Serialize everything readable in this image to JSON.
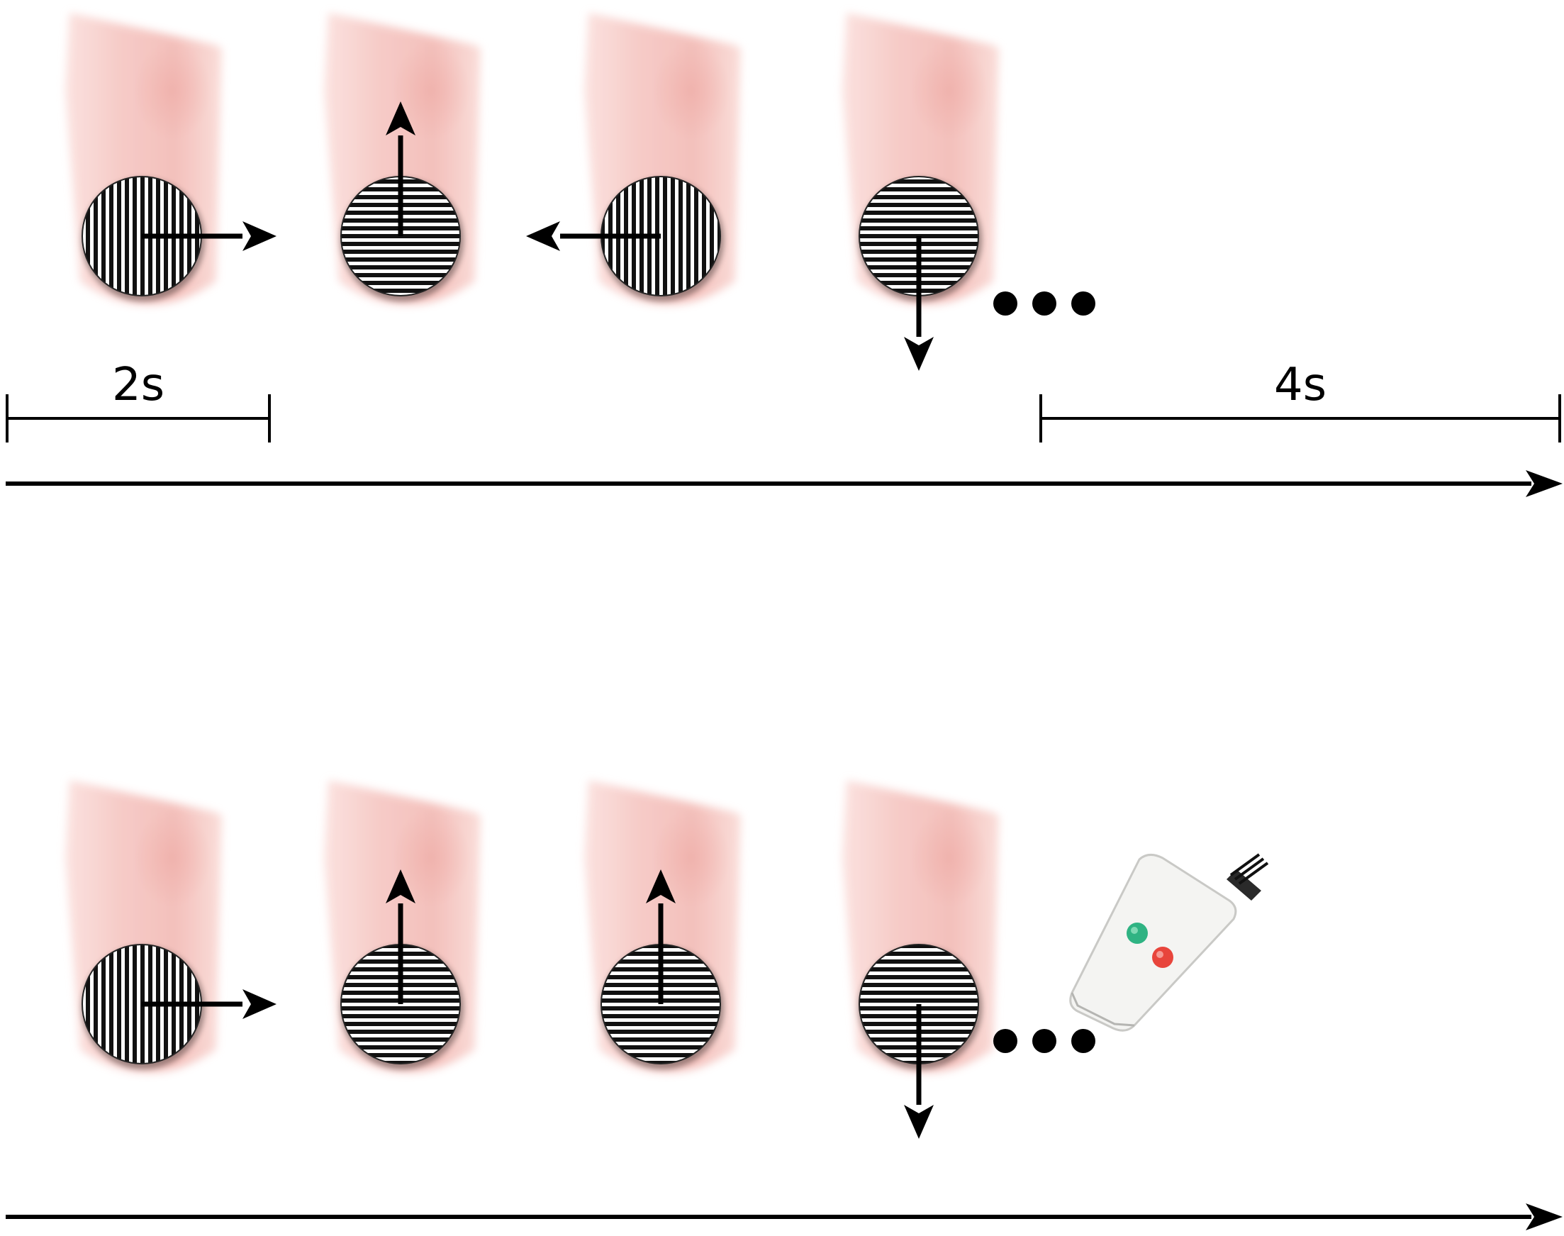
{
  "panels": [
    {
      "id": "top",
      "stimuli": [
        {
          "grating": "vertical",
          "direction": "right"
        },
        {
          "grating": "horizontal",
          "direction": "up"
        },
        {
          "grating": "vertical",
          "direction": "left"
        },
        {
          "grating": "horizontal",
          "direction": "down"
        }
      ],
      "has_response_box": false,
      "continuation": "•••",
      "scale_bars": [
        {
          "label": "2s"
        },
        {
          "label": "4s"
        }
      ]
    },
    {
      "id": "bottom",
      "stimuli": [
        {
          "grating": "vertical",
          "direction": "right"
        },
        {
          "grating": "horizontal",
          "direction": "up"
        },
        {
          "grating": "horizontal",
          "direction": "up"
        },
        {
          "grating": "horizontal",
          "direction": "down"
        }
      ],
      "has_response_box": true,
      "continuation": "•••",
      "scale_bars": []
    }
  ],
  "colors": {
    "finger_skin": "#f6c9c5",
    "finger_shade": "#efb3ad",
    "grating_dark": "#111111",
    "arrow": "#000000",
    "button_green": "#2fb383",
    "button_red": "#e8453c",
    "device_body": "#f4f4f2"
  },
  "icons": {
    "finger": "fingertip-icon",
    "grating": "grating-disc-icon",
    "arrow": "motion-arrow-icon",
    "response_box": "response-box-icon"
  }
}
